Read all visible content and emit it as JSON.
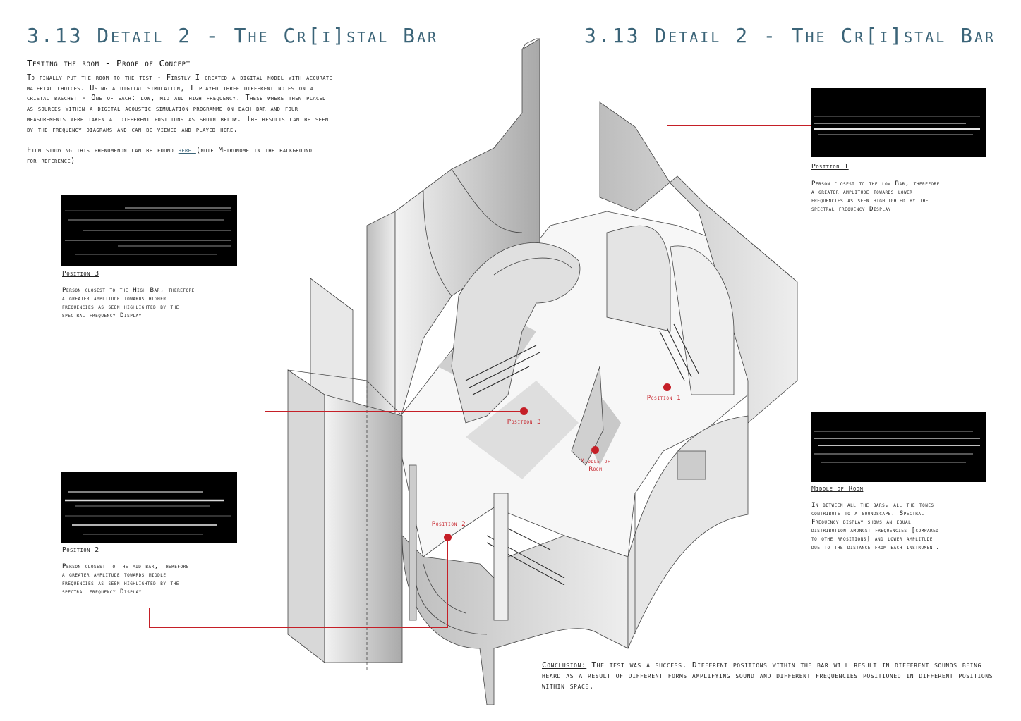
{
  "header": {
    "title_left": "3.13 Detail 2 - The Cr[i]stal Bar",
    "title_right": "3.13 Detail 2 - The Cr[i]stal Bar",
    "subtitle": "Testing the room - Proof of Concept"
  },
  "intro": {
    "paragraph": "To finally put the room to the test - Firstly I created a digital model with accurate\nmaterial choices. Using a digital simulation, I played three different notes on a\ncristal baschet - One of each: low, mid and high frequency. These where then placed\nas sources within a digital acoustic simulation programme on each bar and four\nmeasurements were taken at different positions as shown below. The results can be seen\nby the frequency diagrams and can be viewed and played here.",
    "film_before": "Film studying this phenomenon can be found ",
    "film_link": "here ",
    "film_after": "(note Metronome in the background\nfor reference)"
  },
  "positions": {
    "position_3": {
      "label": "Position 3",
      "description": "Person closest to the High Bar, therefore\na greater amplitude towards higher\nfrequencies as seen highlighted by the\nspectral frequency Display",
      "marker_label": "Position 3"
    },
    "position_2": {
      "label": "Position 2",
      "description": "Person closest to the mid bar, therefore\na greater amplitude towards middle\nfrequencies as seen highlighted by the\nspectral frequency Display",
      "marker_label": "Position 2"
    },
    "position_1": {
      "label": "Position 1",
      "description": "Person closest to the low Bar, therefore\na greater amplitude towards lower\nfrequencies as seen highlighted by the\nspectral frequency Display",
      "marker_label": "Position 1"
    },
    "middle": {
      "label": "Middle of Room",
      "description": "In between all the bars, all the tones\ncontribute to a soundscape. Spectral\nFrequency display shows an equal\ndistribution amongst frequencies [compared\nto othe rpositions] and lower amplitude\ndue to the distance from each instrument.",
      "marker_label": "Middle of\nRoom"
    }
  },
  "conclusion": {
    "label": "Conclusion:",
    "text": " The test was a success. Different positions within the bar will result in different sounds being heard as a result of different forms amplifying sound and different frequencies positioned in different positions within space."
  },
  "colors": {
    "title": "#3b6478",
    "marker": "#c51f27",
    "spectrogram_bg": "#000000"
  }
}
